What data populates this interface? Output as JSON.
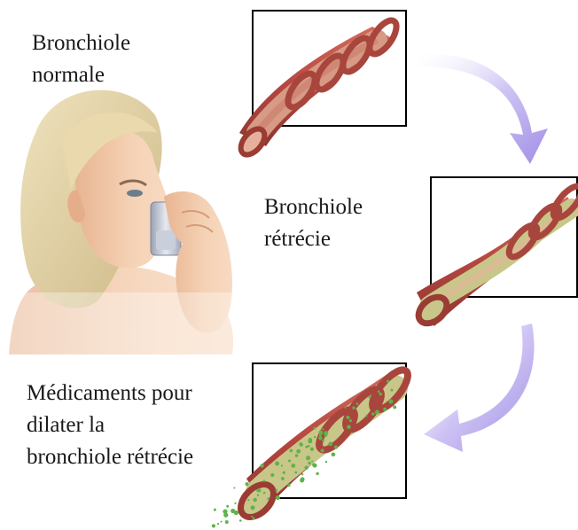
{
  "labels": {
    "normal": [
      "Bronchiole",
      "normale"
    ],
    "narrowed": [
      "Bronchiole",
      "rétrécie"
    ],
    "medication": [
      "Médicaments pour",
      "dilater la",
      "bronchiole rétrécie"
    ]
  },
  "colors": {
    "skin": "#f2c9a6",
    "hair": "#e0cfa2",
    "inhaler": "#b9c0cf",
    "airway_outer": "#c2534a",
    "airway_inner": "#a8463d",
    "airway_lumen": "#d79a84",
    "mucus": "#c9c68a",
    "particles": "#5fb34a",
    "arrow": "#b8a8ec",
    "frame": "#000000"
  },
  "icons": [
    "woman-with-inhaler",
    "normal-bronchiole",
    "narrowed-bronchiole",
    "treated-bronchiole",
    "curved-arrow"
  ]
}
